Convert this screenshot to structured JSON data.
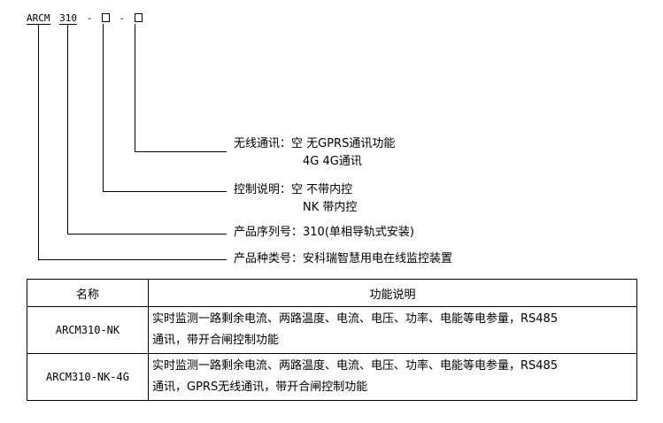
{
  "model_code": {
    "prefix": "ARCM",
    "series": "310",
    "sep1": "-",
    "sep2": "-"
  },
  "descriptions": [
    {
      "label": "无线通讯：",
      "lines": [
        "空 无GPRS通讯功能",
        "4G 4G通讯"
      ]
    },
    {
      "label": "控制说明：",
      "lines": [
        "空 不带内控",
        "NK 带内控"
      ]
    },
    {
      "label": "产品序列号：",
      "lines": [
        "310(单相导轨式安装)"
      ]
    },
    {
      "label": "产品种类号：",
      "lines": [
        "安科瑞智慧用电在线监控装置"
      ]
    }
  ],
  "table": {
    "headers": [
      "名称",
      "功能说明"
    ],
    "rows": [
      {
        "name": "ARCM310-NK",
        "func_lines": [
          "实时监测一路剩余电流、两路温度、电流、电压、功率、电能等电参量，RS485",
          "通讯，带开合闸控制功能"
        ]
      },
      {
        "name": "ARCM310-NK-4G",
        "func_lines": [
          "实时监测一路剩余电流、两路温度、电流、电压、功率、电能等电参量，RS485",
          "通讯，GPRS无线通讯，带开合闸控制功能"
        ]
      }
    ]
  }
}
